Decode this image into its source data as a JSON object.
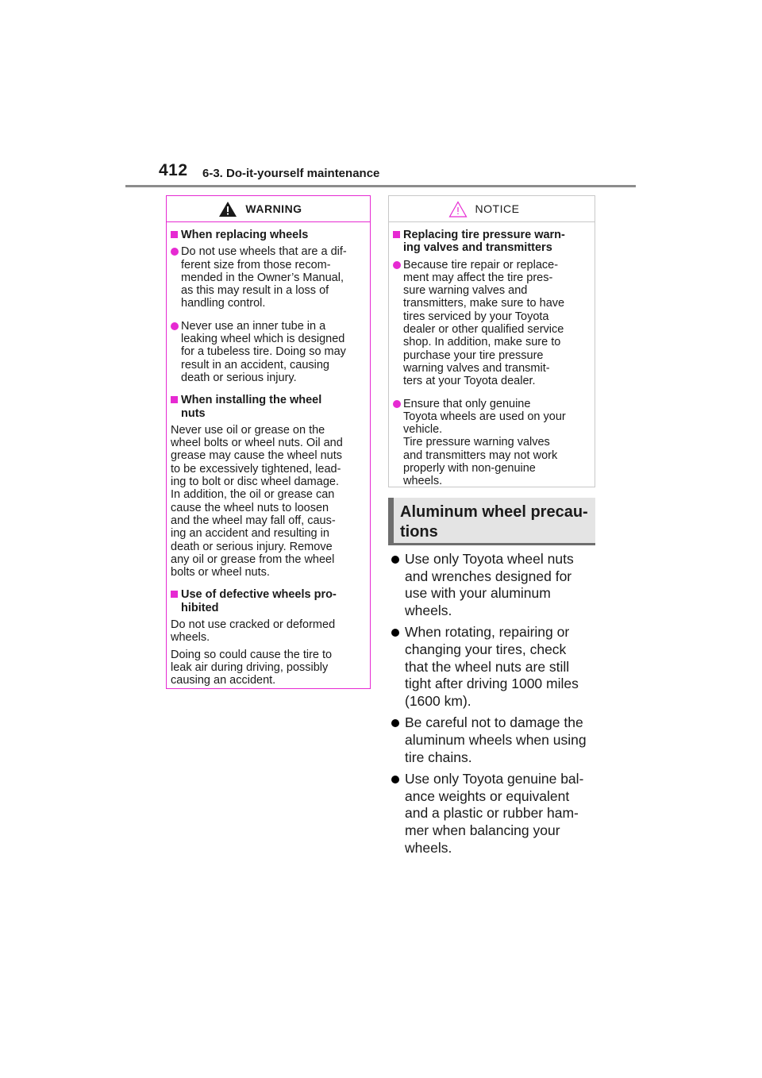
{
  "header": {
    "page_number": "412",
    "section_title": "6-3. Do-it-yourself maintenance"
  },
  "warning": {
    "title": "WARNING",
    "s1_heading": "When replacing wheels",
    "s1_b1": "Do not use wheels that are a dif-\nferent size from those recom-\nmended in the Owner’s Manual,\nas this may result in a loss of\nhandling control.",
    "s1_b2": "Never use an inner tube in a\nleaking wheel which is designed\nfor a tubeless tire. Doing so may\nresult in an accident, causing\ndeath or serious injury.",
    "s2_heading": "When installing the wheel\nnuts",
    "s2_text": "Never use oil or grease on the\nwheel bolts or wheel nuts. Oil and\ngrease may cause the wheel nuts\nto be excessively tightened, lead-\ning to bolt or disc wheel damage.\nIn addition, the oil or grease can\ncause the wheel nuts to loosen\nand the wheel may fall off, caus-\ning an accident and resulting in\ndeath or serious injury. Remove\nany oil or grease from the wheel\nbolts or wheel nuts.",
    "s3_heading": "Use of defective wheels pro-\nhibited",
    "s3_text1": "Do not use cracked or deformed\nwheels.",
    "s3_text2": "Doing so could cause the tire to\nleak air during driving, possibly\ncausing an accident."
  },
  "notice": {
    "title": "NOTICE",
    "heading": "Replacing tire pressure warn-\ning valves and transmitters",
    "b1": "Because tire repair or replace-\nment may affect the tire pres-\nsure warning valves and\ntransmitters, make sure to have\ntires serviced by your Toyota\ndealer or other qualified service\nshop. In addition, make sure to\npurchase your tire pressure\nwarning valves and transmit-\nters at your Toyota dealer.",
    "b2": "Ensure that only genuine\nToyota wheels are used on your\nvehicle.\nTire pressure warning valves\nand transmitters may not work\nproperly with non-genuine\nwheels."
  },
  "aluminum": {
    "heading": "Aluminum wheel precau-\ntions",
    "items": [
      "Use only Toyota wheel nuts\nand wrenches designed for\nuse with your aluminum\nwheels.",
      "When rotating, repairing or\nchanging your tires, check\nthat the wheel nuts are still\ntight after driving 1000 miles\n(1600 km).",
      "Be careful not to damage the\naluminum wheels when using\ntire chains.",
      "Use only Toyota genuine bal-\nance weights or equivalent\nand a plastic or rubber ham-\nmer when balancing your\nwheels."
    ]
  },
  "colors": {
    "warning_accent": "#e62ad2",
    "notice_border": "#c8c8c8",
    "header_rule": "#8c8c8c",
    "heading_bg": "#e4e4e4"
  }
}
